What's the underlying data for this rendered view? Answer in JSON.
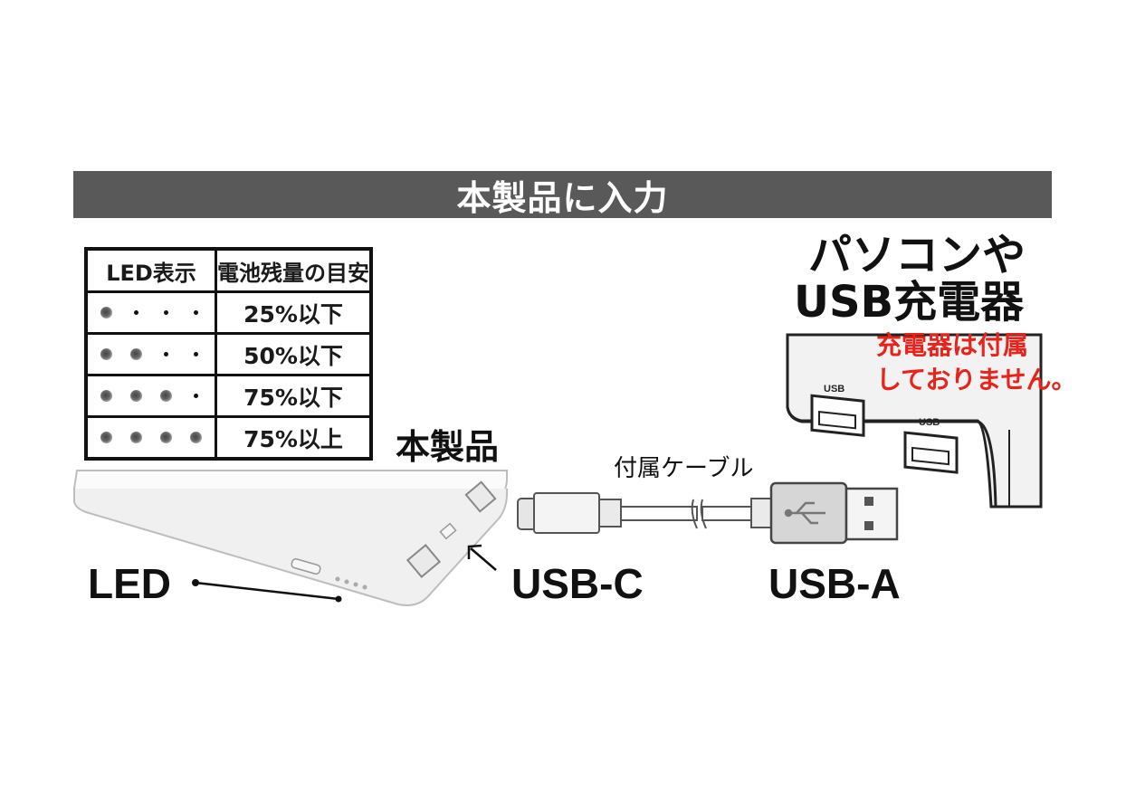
{
  "title": "本製品に入力",
  "led_table": {
    "headers": [
      "LED表示",
      "電池残量の目安"
    ],
    "rows": [
      {
        "lit": 1,
        "total": 4,
        "level": "25%以下"
      },
      {
        "lit": 2,
        "total": 4,
        "level": "50%以下"
      },
      {
        "lit": 3,
        "total": 4,
        "level": "75%以下"
      },
      {
        "lit": 4,
        "total": 4,
        "level": "75%以上"
      }
    ]
  },
  "labels": {
    "product": "本製品",
    "led": "LED",
    "usb_c": "USB-C",
    "usb_a": "USB-A",
    "cable": "付属ケーブル",
    "pc_line1": "パソコンや",
    "pc_line2": "USB充電器",
    "note_line1": "充電器は付属",
    "note_line2": "しておりません。",
    "port_usb": "USB"
  },
  "colors": {
    "title_bar": "#595959",
    "note": "#e8231a"
  }
}
